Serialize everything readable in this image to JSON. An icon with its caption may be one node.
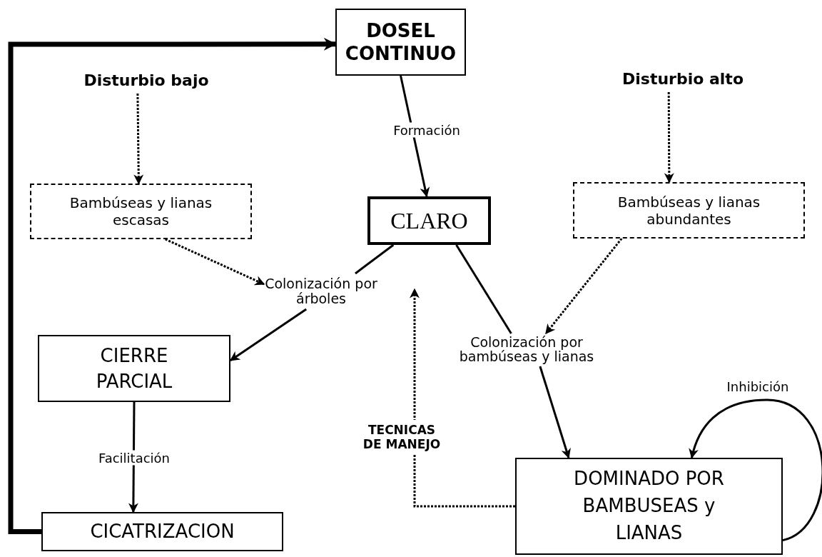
{
  "diagram": {
    "nodes": [
      {
        "text": [
          "DOSEL CONTINUO"
        ]
      },
      {
        "text": [
          "Disturbio bajo"
        ]
      },
      {
        "text": [
          "Disturbio alto"
        ]
      },
      {
        "text": [
          "Bambúseas y lianas escasas"
        ]
      },
      {
        "text": [
          "CLARO"
        ]
      },
      {
        "text": [
          "Bambúseas y lianas abundantes"
        ]
      },
      {
        "text": [
          "Colonización por árboles"
        ]
      },
      {
        "text": [
          "CIERRE PARCIAL"
        ]
      },
      {
        "text": [
          "Colonización por bambúseas y lianas"
        ]
      },
      {
        "text": [
          "DOMINADO POR BAMBUSEAS y LIANAS"
        ]
      },
      {
        "text": [
          "CICATRIZACION"
        ]
      }
    ],
    "edges": [
      {
        "from": 1,
        "to": 3,
        "arrow": "to",
        "style": "dashed"
      },
      {
        "from": 2,
        "to": 5,
        "arrow": "to",
        "style": "dashed"
      },
      {
        "from": 0,
        "to": 4,
        "arrow": "to",
        "label": "Formación"
      },
      {
        "from": 4,
        "to": 6,
        "arrow": "none"
      },
      {
        "from": 3,
        "to": 6,
        "arrow": "to",
        "style": "dashed"
      },
      {
        "from": 6,
        "to": 7,
        "arrow": "to"
      },
      {
        "from": 4,
        "to": 8,
        "arrow": "none"
      },
      {
        "from": 5,
        "to": 8,
        "arrow": "to",
        "style": "dashed"
      },
      {
        "from": 8,
        "to": 9,
        "arrow": "to"
      },
      {
        "from": 7,
        "to": 10,
        "arrow": "to",
        "label": "Facilitación"
      },
      {
        "from": 9,
        "to": null,
        "arrow": "to",
        "style": "dashed",
        "label": "TECNICAS DE MANEJO"
      },
      {
        "from": 9,
        "to": 9,
        "arrow": "to",
        "label": "Inhibición"
      },
      {
        "from": 10,
        "to": 0,
        "arrow": "to",
        "style": "thick"
      }
    ]
  }
}
